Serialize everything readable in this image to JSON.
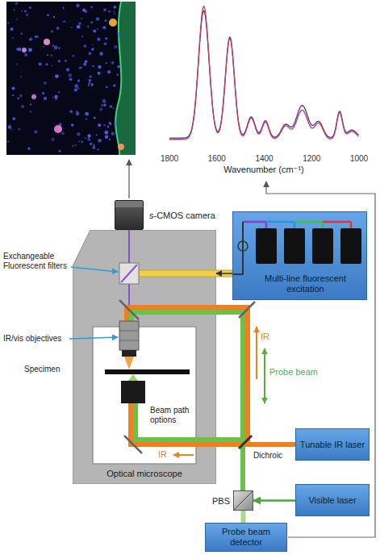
{
  "diagram": {
    "nodes": [
      {
        "text": [
          "s-CMOS camera"
        ]
      },
      {
        "text": [
          "Multi-line fluorescent excitation"
        ]
      },
      {
        "text": [
          "Optical microscope"
        ]
      },
      {
        "text": [
          "Tunable IR laser"
        ]
      },
      {
        "text": [
          "Visible laser"
        ]
      },
      {
        "text": [
          "PBS"
        ]
      },
      {
        "text": [
          "Probe beam detector"
        ]
      }
    ],
    "edges": [
      {
        "from": 1,
        "to": 2,
        "arrow": "to"
      },
      {
        "from": 4,
        "to": 5,
        "arrow": "to"
      },
      {
        "from": 5,
        "to": 6,
        "arrow": "none"
      }
    ],
    "labels": [
      "1800",
      "1600",
      "1400",
      "1200",
      "1000",
      "Wavenumber (cm⁻¹)",
      "Exchangeable Fluorescent filters",
      "IR/vis objectives",
      "Specimen",
      "Beam path options",
      "IR",
      "Probe beam",
      "IR",
      "Dichroic"
    ]
  }
}
